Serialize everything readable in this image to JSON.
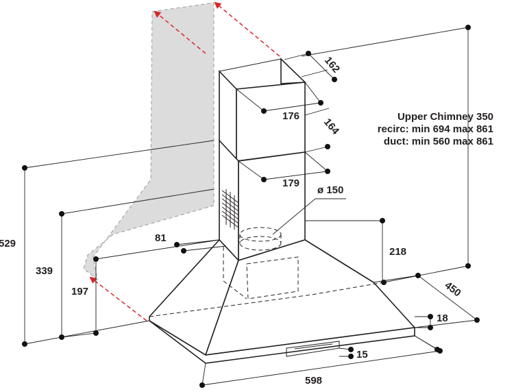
{
  "diagram": {
    "dimensions": {
      "width": "598",
      "depth": "450",
      "chimney_top_width": "176",
      "chimney_top_depth": "162",
      "chimney_lower_width": "179",
      "chimney_lower_depth": "164",
      "duct_diameter": "ø 150",
      "canopy_height": "218",
      "front_thickness": "18",
      "control_height": "15",
      "wall_height_total": "529",
      "wall_height_mid": "339",
      "wall_height_low": "197",
      "bracket_offset": "81"
    },
    "notes": {
      "line1": "Upper Chimney 350",
      "line2": "recirc: min 694 max 861",
      "line3": "duct: min 560 max 861"
    },
    "colors": {
      "line": "#231f20",
      "wall_fill": "#dcdcdc",
      "arrow": "#d7262a"
    }
  }
}
